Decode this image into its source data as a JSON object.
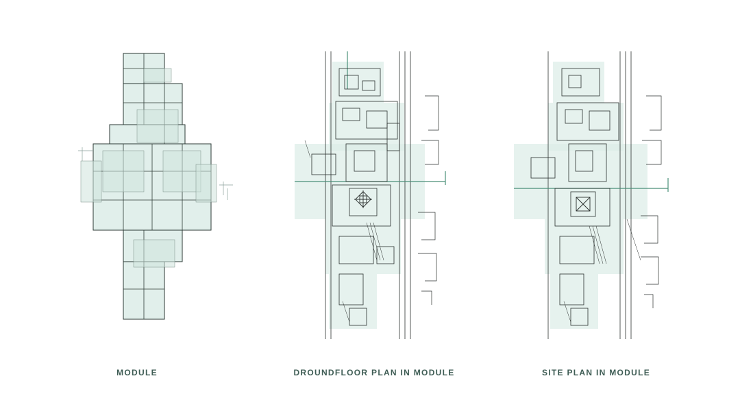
{
  "colors": {
    "module_fill": "#dcece7",
    "module_stroke": "#2c3a35",
    "plan_ink": "#2a2f2d",
    "accent_green": "#4a8f78",
    "caption": "#3f5d55"
  },
  "panels": [
    {
      "id": "module",
      "caption": "MODULE"
    },
    {
      "id": "groundfloor",
      "caption": "DROUNDFLOOR PLAN IN MODULE"
    },
    {
      "id": "site",
      "caption": "SITE PLAN IN MODULE"
    }
  ]
}
